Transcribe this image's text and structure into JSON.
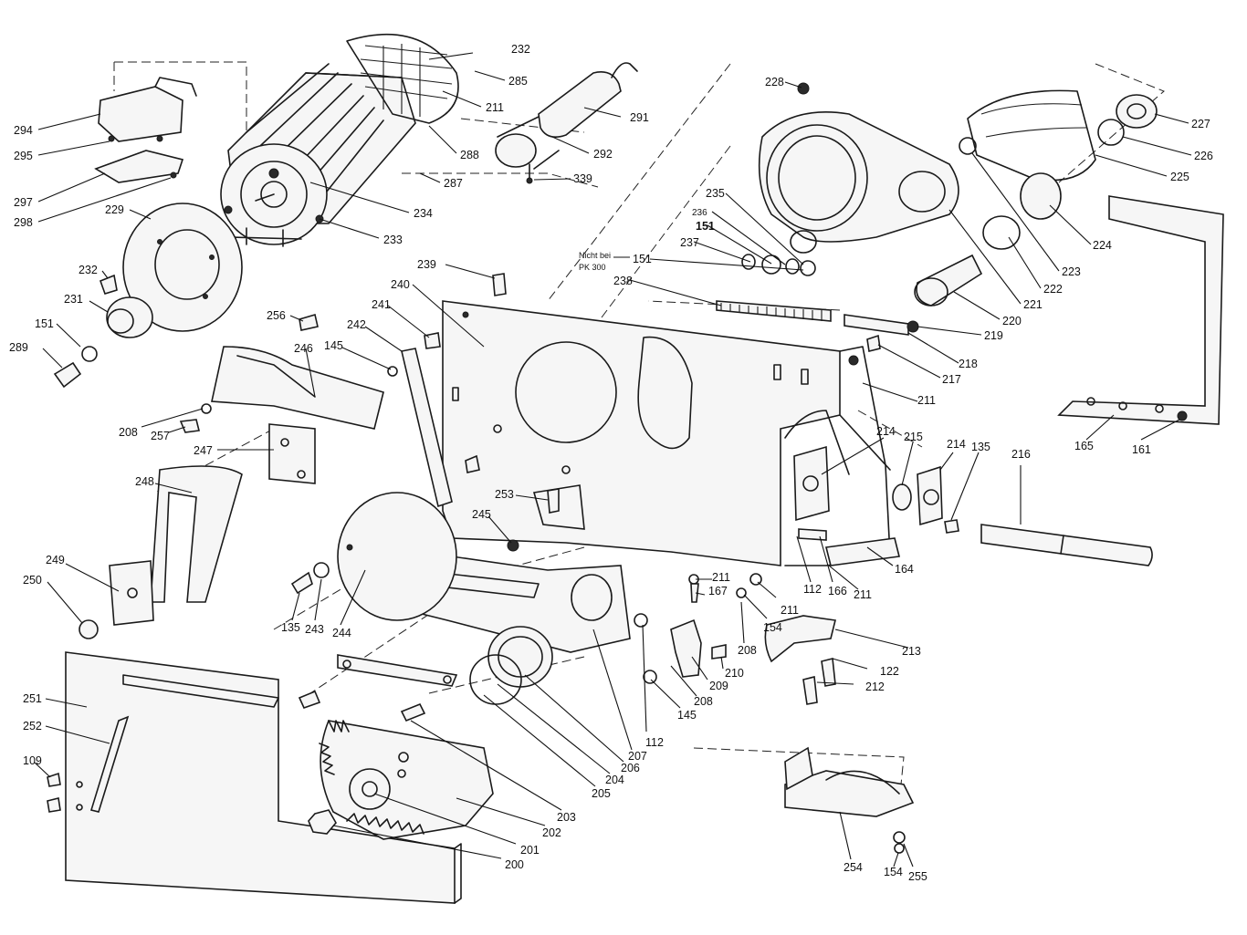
{
  "callouts": [
    {
      "id": "232a",
      "text": "232"
    },
    {
      "id": "285",
      "text": "285"
    },
    {
      "id": "211a",
      "text": "211"
    },
    {
      "id": "291",
      "text": "291"
    },
    {
      "id": "288",
      "text": "288"
    },
    {
      "id": "292",
      "text": "292"
    },
    {
      "id": "287",
      "text": "287"
    },
    {
      "id": "339",
      "text": "339"
    },
    {
      "id": "234",
      "text": "234"
    },
    {
      "id": "233",
      "text": "233"
    },
    {
      "id": "294",
      "text": "294"
    },
    {
      "id": "295",
      "text": "295"
    },
    {
      "id": "297",
      "text": "297"
    },
    {
      "id": "298",
      "text": "298"
    },
    {
      "id": "229",
      "text": "229"
    },
    {
      "id": "232b",
      "text": "232"
    },
    {
      "id": "231",
      "text": "231"
    },
    {
      "id": "151a",
      "text": "151"
    },
    {
      "id": "289",
      "text": "289"
    },
    {
      "id": "228",
      "text": "228"
    },
    {
      "id": "227",
      "text": "227"
    },
    {
      "id": "226",
      "text": "226"
    },
    {
      "id": "225",
      "text": "225"
    },
    {
      "id": "224",
      "text": "224"
    },
    {
      "id": "223",
      "text": "223"
    },
    {
      "id": "222",
      "text": "222"
    },
    {
      "id": "221",
      "text": "221"
    },
    {
      "id": "220",
      "text": "220"
    },
    {
      "id": "219",
      "text": "219"
    },
    {
      "id": "218",
      "text": "218"
    },
    {
      "id": "217",
      "text": "217"
    },
    {
      "id": "211b",
      "text": "211"
    },
    {
      "id": "235",
      "text": "235"
    },
    {
      "id": "236",
      "text": "236"
    },
    {
      "id": "151b",
      "text": "151"
    },
    {
      "id": "237",
      "text": "237"
    },
    {
      "id": "151c",
      "text": "151"
    },
    {
      "id": "238",
      "text": "238"
    },
    {
      "id": "239",
      "text": "239"
    },
    {
      "id": "240",
      "text": "240"
    },
    {
      "id": "241",
      "text": "241"
    },
    {
      "id": "256",
      "text": "256"
    },
    {
      "id": "242",
      "text": "242"
    },
    {
      "id": "246",
      "text": "246"
    },
    {
      "id": "145a",
      "text": "145"
    },
    {
      "id": "208a",
      "text": "208"
    },
    {
      "id": "257",
      "text": "257"
    },
    {
      "id": "247",
      "text": "247"
    },
    {
      "id": "248",
      "text": "248"
    },
    {
      "id": "253",
      "text": "253"
    },
    {
      "id": "245",
      "text": "245"
    },
    {
      "id": "249",
      "text": "249"
    },
    {
      "id": "250",
      "text": "250"
    },
    {
      "id": "135a",
      "text": "135"
    },
    {
      "id": "243",
      "text": "243"
    },
    {
      "id": "244",
      "text": "244"
    },
    {
      "id": "251",
      "text": "251"
    },
    {
      "id": "252",
      "text": "252"
    },
    {
      "id": "109",
      "text": "109"
    },
    {
      "id": "214a",
      "text": "214"
    },
    {
      "id": "215",
      "text": "215"
    },
    {
      "id": "214b",
      "text": "214"
    },
    {
      "id": "135b",
      "text": "135"
    },
    {
      "id": "216",
      "text": "216"
    },
    {
      "id": "165",
      "text": "165"
    },
    {
      "id": "161",
      "text": "161"
    },
    {
      "id": "164",
      "text": "164"
    },
    {
      "id": "112a",
      "text": "112"
    },
    {
      "id": "166",
      "text": "166"
    },
    {
      "id": "211c",
      "text": "211"
    },
    {
      "id": "211d",
      "text": "211"
    },
    {
      "id": "167",
      "text": "167"
    },
    {
      "id": "211e",
      "text": "211"
    },
    {
      "id": "154a",
      "text": "154"
    },
    {
      "id": "213",
      "text": "213"
    },
    {
      "id": "208b",
      "text": "208"
    },
    {
      "id": "210",
      "text": "210"
    },
    {
      "id": "209",
      "text": "209"
    },
    {
      "id": "122",
      "text": "122"
    },
    {
      "id": "212",
      "text": "212"
    },
    {
      "id": "208c",
      "text": "208"
    },
    {
      "id": "145b",
      "text": "145"
    },
    {
      "id": "112b",
      "text": "112"
    },
    {
      "id": "207",
      "text": "207"
    },
    {
      "id": "206",
      "text": "206"
    },
    {
      "id": "204",
      "text": "204"
    },
    {
      "id": "205",
      "text": "205"
    },
    {
      "id": "203",
      "text": "203"
    },
    {
      "id": "202",
      "text": "202"
    },
    {
      "id": "201",
      "text": "201"
    },
    {
      "id": "200",
      "text": "200"
    },
    {
      "id": "254",
      "text": "254"
    },
    {
      "id": "154b",
      "text": "154"
    },
    {
      "id": "255",
      "text": "255"
    }
  ],
  "note": {
    "line1": "Nicht bei",
    "line2": "PK 300"
  }
}
